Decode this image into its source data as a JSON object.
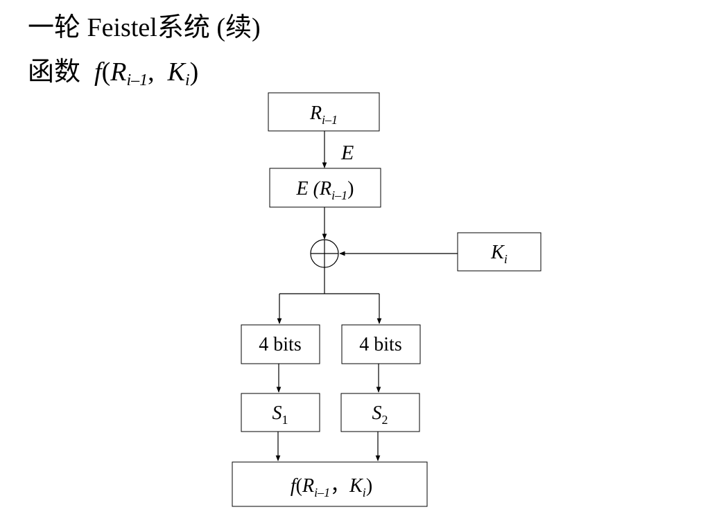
{
  "slide": {
    "title": "一轮 Feistel系统 (续)",
    "subtitle": {
      "prefix": "函数",
      "f": "f",
      "open": "(",
      "R": "R",
      "R_sub": "i–1",
      "sep": ",  ",
      "K": "K",
      "K_sub": "i",
      "close": ")"
    }
  },
  "diagram": {
    "r_box": {
      "main": "R",
      "sub": "i–1"
    },
    "e_label": "E",
    "e_box": {
      "prefix": "E (",
      "main": "R",
      "sub": "i–1",
      "suffix": ")"
    },
    "xor_symbol": "⊕",
    "k_box": {
      "main": "K",
      "sub": "i"
    },
    "bits_left": "4 bits",
    "bits_right": "4 bits",
    "s1": {
      "main": "S",
      "sub": "1"
    },
    "s2": {
      "main": "S",
      "sub": "2"
    },
    "f_box": {
      "f": "f",
      "open": "(",
      "R": "R",
      "R_sub": "i–1",
      "sep": "，",
      "K": "K",
      "K_sub": "i",
      "close": ")"
    }
  }
}
